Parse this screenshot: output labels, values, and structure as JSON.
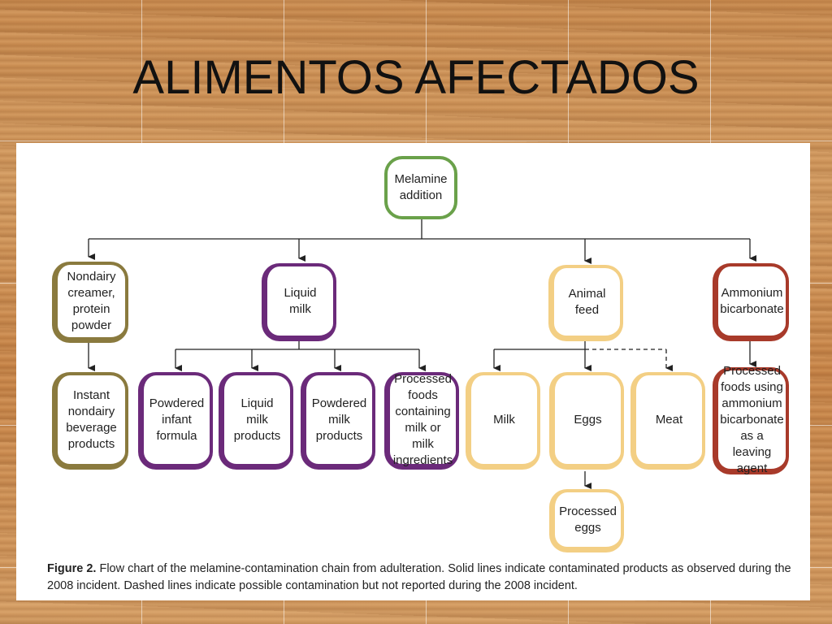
{
  "slide": {
    "title": "ALIMENTOS AFECTADOS"
  },
  "nodes": {
    "melamine_addition": "Melamine\naddition",
    "nondairy_creamer": "Nondairy\ncreamer,\nprotein\npowder",
    "liquid_milk": "Liquid milk",
    "animal_feed": "Animal feed",
    "ammonium_bicarbonate": "Ammonium\nbicarbonate",
    "instant_nondairy": "Instant\nnondairy\nbeverage\nproducts",
    "powdered_infant_formula": "Powdered\ninfant\nformula",
    "liquid_milk_products": "Liquid milk\nproducts",
    "powdered_milk_products": "Powdered\nmilk\nproducts",
    "processed_foods_milk": "Processed\nfoods\ncontaining\nmilk or milk\ningredients",
    "milk": "Milk",
    "eggs": "Eggs",
    "meat": "Meat",
    "processed_foods_ammonium": "Processed\nfoods using\nammonium\nbicarbonate\nas a leaving\nagent",
    "processed_eggs": "Processed\neggs"
  },
  "caption": {
    "label": "Figure 2.",
    "text": " Flow chart of the melamine-contamination chain from adulteration. Solid lines indicate contaminated products as observed during the 2008 incident. Dashed lines indicate possible contamination but not reported during the 2008 incident."
  },
  "colors": {
    "green": "#6aa14a",
    "olive": "#8a7a3e",
    "purple": "#6b2a7a",
    "yellow": "#f3cf84",
    "red": "#a83a2a"
  }
}
